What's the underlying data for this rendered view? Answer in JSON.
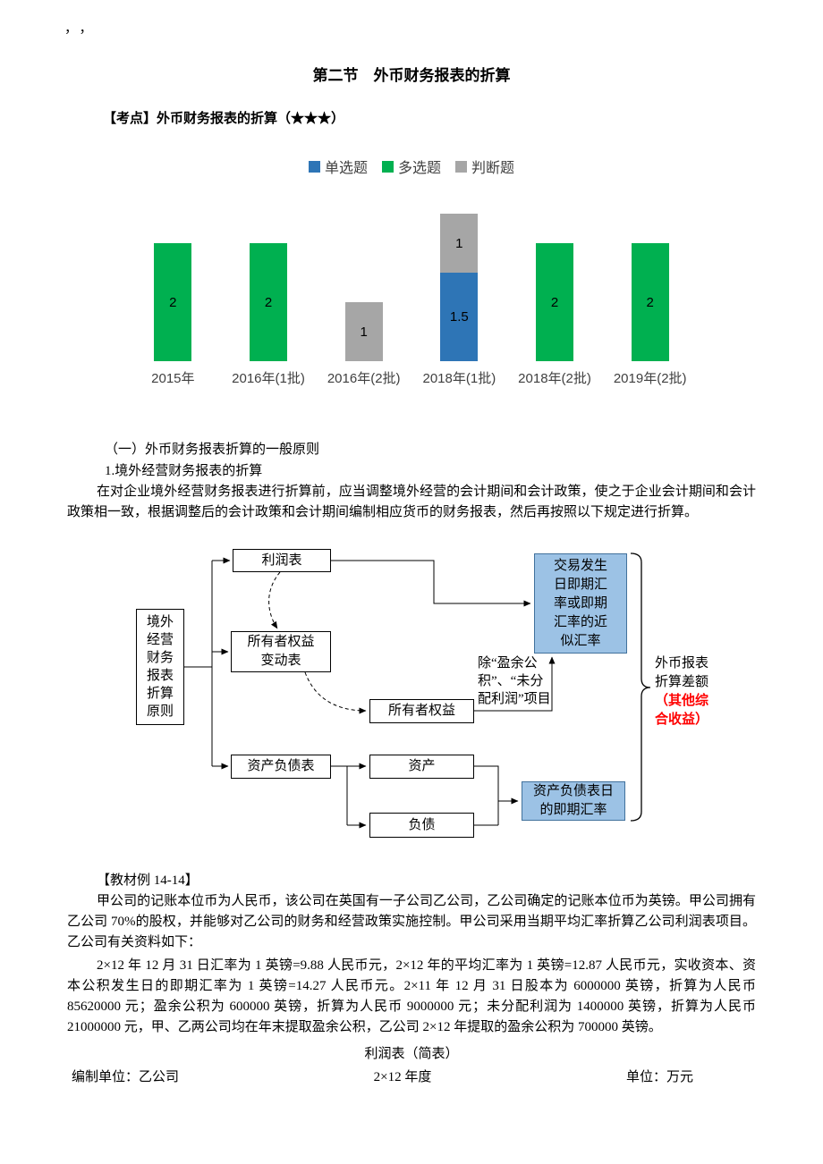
{
  "page": {
    "corner_marks": "，，",
    "title": "第二节　外币财务报表的折算",
    "exam_point": "【考点】外币财务报表的折算（★★★）"
  },
  "chart_data": {
    "type": "bar",
    "subtype": "stacked",
    "title": "",
    "categories": [
      "2015年",
      "2016年(1批)",
      "2016年(2批)",
      "2018年(1批)",
      "2018年(2批)",
      "2019年(2批)"
    ],
    "series": [
      {
        "name": "单选题",
        "color": "#2E75B6",
        "values": [
          0,
          0,
          0,
          1.5,
          0,
          0
        ]
      },
      {
        "name": "多选题",
        "color": "#00B050",
        "values": [
          2,
          2,
          0,
          0,
          2,
          2
        ]
      },
      {
        "name": "判断题",
        "color": "#A6A6A6",
        "values": [
          0,
          0,
          1,
          1,
          0,
          0
        ]
      }
    ],
    "ylim": [
      0,
      2.5
    ],
    "grid": false,
    "legend_position": "top",
    "data_labels": true
  },
  "section": {
    "heading1": "（一）外币财务报表折算的一般原则",
    "heading2": "1.境外经营财务报表的折算",
    "para": "在对企业境外经营财务报表进行折算前，应当调整境外经营的会计期间和会计政策，使之于企业会计期间和会计政策相一致，根据调整后的会计政策和会计期间编制相应货币的财务报表，然后再按照以下规定进行折算。"
  },
  "diagram": {
    "principle": "境外经营财务报表折算原则",
    "income_statement": "利润表",
    "equity_change": "所有者权益变动表",
    "balance_sheet": "资产负债表",
    "owners_equity": "所有者权益",
    "assets": "资产",
    "liabilities": "负债",
    "transaction_rate": "交易发生日即期汇率或即期汇率的近似汇率",
    "except_note": "除“盈余公积”、“未分配利润”项目",
    "balance_date_rate": "资产负债表日的即期汇率",
    "diff_label_black": "外币报表折算差额",
    "diff_label_red": "（其他综合收益）"
  },
  "example": {
    "heading": "【教材例 14-14】",
    "para1": "甲公司的记账本位币为人民币，该公司在英国有一子公司乙公司，乙公司确定的记账本位币为英镑。甲公司拥有乙公司 70%的股权，并能够对乙公司的财务和经营政策实施控制。甲公司采用当期平均汇率折算乙公司利润表项目。乙公司有关资料如下：",
    "para2": "2×12 年 12 月 31 日汇率为 1 英镑=9.88 人民币元，2×12 年的平均汇率为 1 英镑=12.87 人民币元，实收资本、资本公积发生日的即期汇率为 1 英镑=14.27 人民币元。2×11 年 12 月 31 日股本为 6000000 英镑，折算为人民币 85620000 元；盈余公积为 600000 英镑，折算为人民币 9000000 元；未分配利润为 1400000 英镑，折算为人民币 21000000 元，甲、乙两公司均在年末提取盈余公积，乙公司 2×12 年提取的盈余公积为 700000 英镑。"
  },
  "table": {
    "title": "利润表（简表）",
    "prepared_by": "编制单位：乙公司",
    "period": "2×12 年度",
    "unit": "单位：万元"
  }
}
